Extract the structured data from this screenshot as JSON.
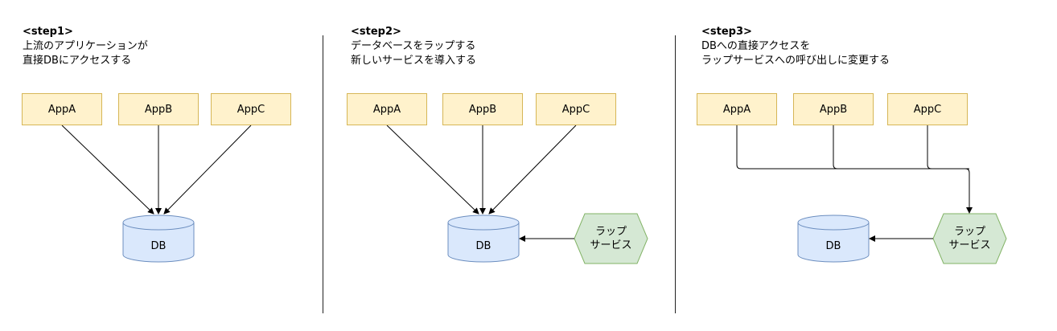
{
  "steps": [
    {
      "step": "<step1>",
      "lines": [
        "上流のアプリケーションが",
        "直接DBにアクセスする"
      ]
    },
    {
      "step": "<step2>",
      "lines": [
        "データベースをラップする",
        "新しいサービスを導入する"
      ]
    },
    {
      "step": "<step3>",
      "lines": [
        "DBへの直接アクセスを",
        "ラップサービスへの呼び出しに変更する"
      ]
    }
  ],
  "apps": [
    "AppA",
    "AppB",
    "AppC"
  ],
  "db_label": "DB",
  "wrap_service": {
    "line1": "ラップ",
    "line2": "サービス"
  },
  "colors": {
    "app_fill": "#fff2cc",
    "app_border": "#d6b656",
    "db_fill": "#dae8fc",
    "db_border": "#6c8ebf",
    "wrap_fill": "#d5e8d4",
    "wrap_border": "#82b366",
    "edge": "#000000"
  }
}
